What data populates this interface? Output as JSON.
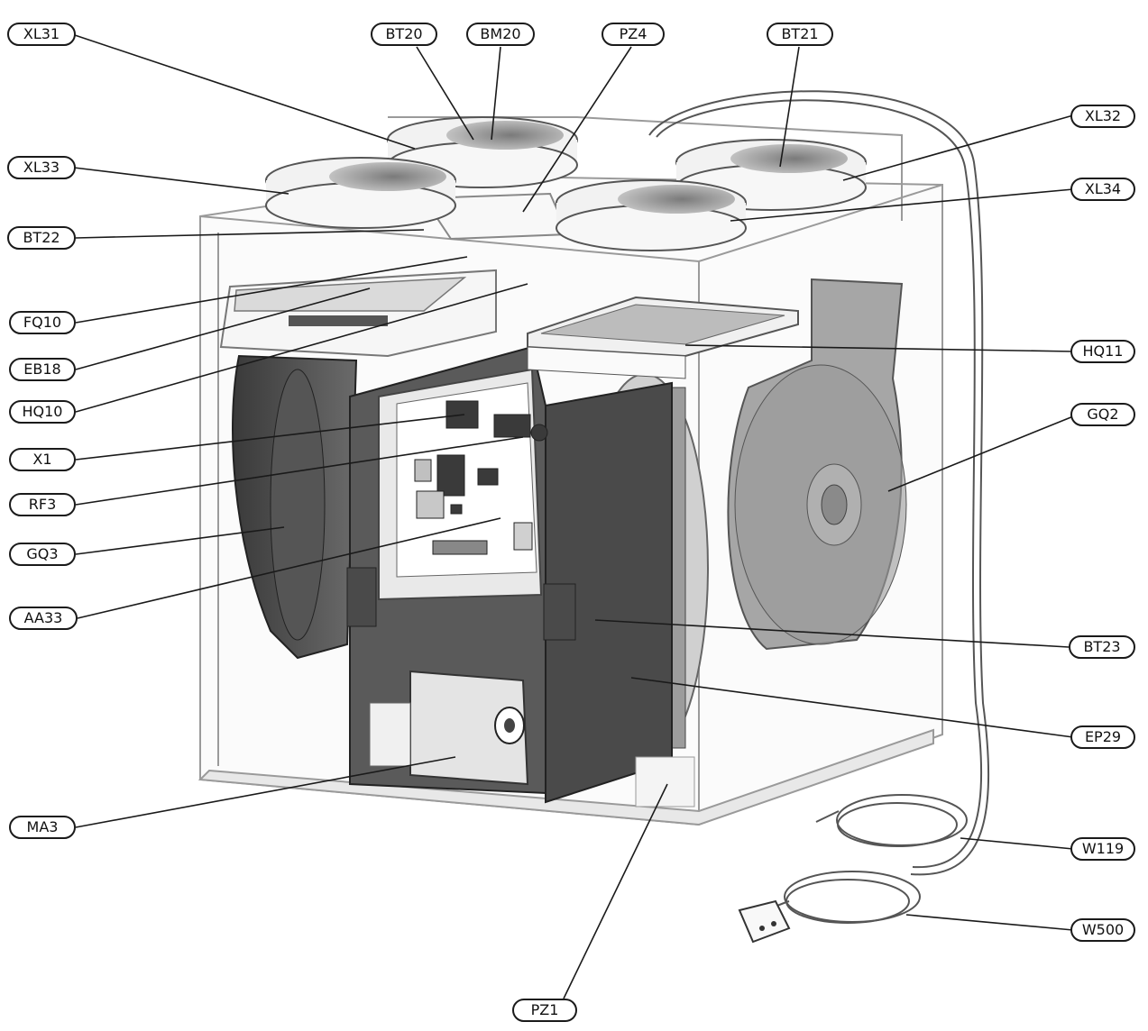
{
  "labels": {
    "XL31": "XL31",
    "BT20": "BT20",
    "BM20": "BM20",
    "PZ4": "PZ4",
    "BT21": "BT21",
    "XL32": "XL32",
    "XL33": "XL33",
    "XL34": "XL34",
    "BT22": "BT22",
    "FQ10": "FQ10",
    "EB18": "EB18",
    "HQ10": "HQ10",
    "HQ11": "HQ11",
    "GQ2": "GQ2",
    "X1": "X1",
    "RF3": "RF3",
    "GQ3": "GQ3",
    "AA33": "AA33",
    "BT23": "BT23",
    "EP29": "EP29",
    "MA3": "MA3",
    "W119": "W119",
    "W500": "W500",
    "PZ1": "PZ1"
  }
}
